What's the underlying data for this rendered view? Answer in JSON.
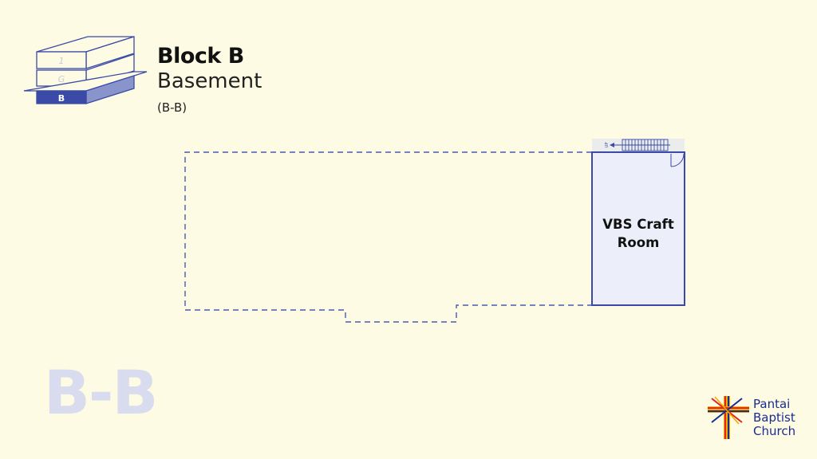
{
  "header": {
    "block_title": "Block B",
    "floor_name": "Basement",
    "floor_code": "(B-B)"
  },
  "block_icon": {
    "levels": [
      "1",
      "G",
      "B"
    ],
    "active_level": "B"
  },
  "plan": {
    "room_name": "VBS Craft Room",
    "stair_label": "UP"
  },
  "watermark_code": "B-B",
  "logo": {
    "lines": [
      "Pantai",
      "Baptist",
      "Church"
    ]
  },
  "colors": {
    "background": "#fdfbe3",
    "accent": "#3a4aa6",
    "room_fill": "#eceffa",
    "watermark": "#d9dcee"
  }
}
